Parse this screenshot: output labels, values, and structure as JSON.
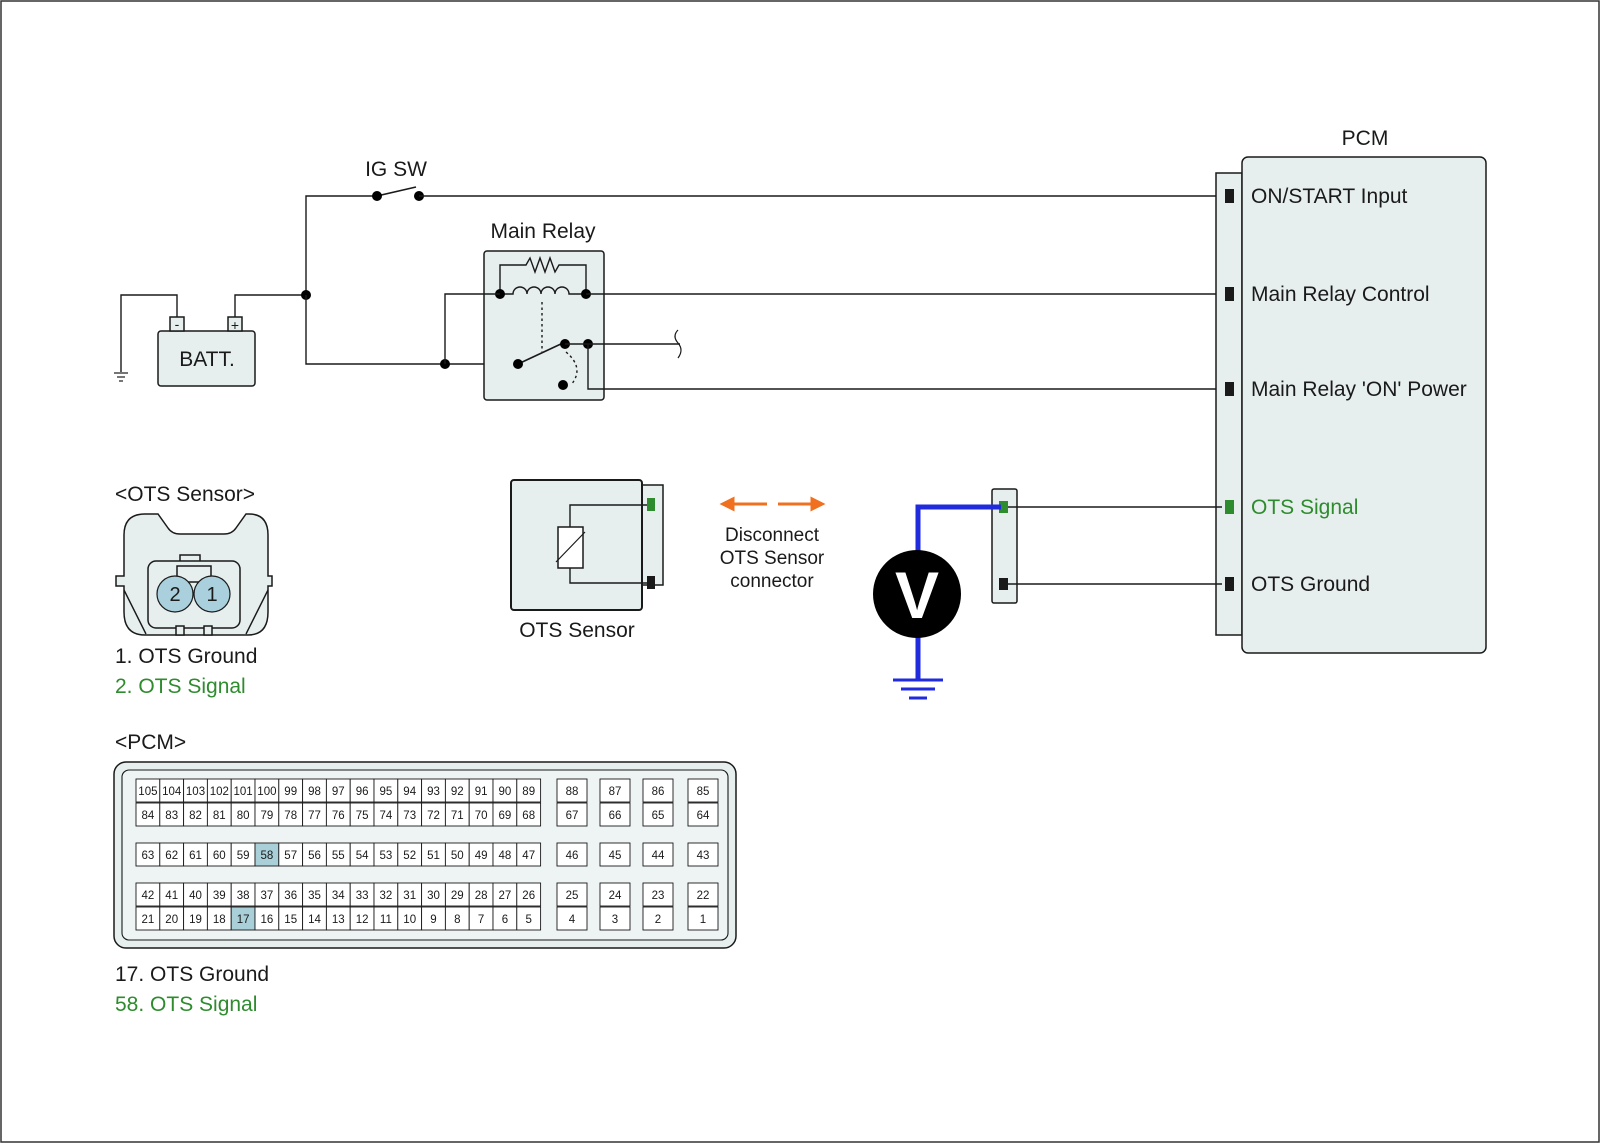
{
  "colors": {
    "signal_green": "#2e8b2e",
    "meter_wire_blue": "#1f2bdc",
    "arrow_orange": "#f07020",
    "pin_highlight": "#a9cfd9",
    "component_fill": "#e7eeee",
    "connector_blue": "#a9d0dc"
  },
  "labels": {
    "ig_sw": "IG SW",
    "main_relay": "Main Relay",
    "batt": "BATT.",
    "batt_minus": "-",
    "batt_plus": "+",
    "pcm": "PCM",
    "ots_sensor_component": "OTS Sensor",
    "meter_symbol": "V",
    "disconnect_line1": "Disconnect",
    "disconnect_line2": "OTS Sensor",
    "disconnect_line3": "connector"
  },
  "pcm_terminals": [
    {
      "label": "ON/START Input",
      "highlight": false
    },
    {
      "label": "Main Relay Control",
      "highlight": false
    },
    {
      "label": "Main Relay 'ON' Power",
      "highlight": false
    },
    {
      "label": "OTS Signal",
      "highlight": true
    },
    {
      "label": "OTS Ground",
      "highlight": false
    }
  ],
  "ots_connector": {
    "title": "<OTS Sensor>",
    "pins": [
      "2",
      "1"
    ],
    "legend": [
      {
        "text": "1. OTS Ground",
        "highlight": false
      },
      {
        "text": "2. OTS Signal",
        "highlight": true
      }
    ]
  },
  "pcm_connector": {
    "title": "<PCM>",
    "main_rows": [
      [
        "105",
        "104",
        "103",
        "102",
        "101",
        "100",
        "99",
        "98",
        "97",
        "96",
        "95",
        "94",
        "93",
        "92",
        "91",
        "90",
        "89"
      ],
      [
        "84",
        "83",
        "82",
        "81",
        "80",
        "79",
        "78",
        "77",
        "76",
        "75",
        "74",
        "73",
        "72",
        "71",
        "70",
        "69",
        "68"
      ],
      [
        "63",
        "62",
        "61",
        "60",
        "59",
        "58",
        "57",
        "56",
        "55",
        "54",
        "53",
        "52",
        "51",
        "50",
        "49",
        "48",
        "47"
      ],
      [
        "42",
        "41",
        "40",
        "39",
        "38",
        "37",
        "36",
        "35",
        "34",
        "33",
        "32",
        "31",
        "30",
        "29",
        "28",
        "27",
        "26"
      ],
      [
        "21",
        "20",
        "19",
        "18",
        "17",
        "16",
        "15",
        "14",
        "13",
        "12",
        "11",
        "10",
        "9",
        "8",
        "7",
        "6",
        "5"
      ]
    ],
    "side_rows": [
      [
        "88",
        "87",
        "86",
        "85"
      ],
      [
        "67",
        "66",
        "65",
        "64"
      ],
      [
        "46",
        "45",
        "44",
        "43"
      ],
      [
        "25",
        "24",
        "23",
        "22"
      ],
      [
        "4",
        "3",
        "2",
        "1"
      ]
    ],
    "highlighted_pins": [
      "58",
      "17"
    ],
    "legend": [
      {
        "text": "17. OTS Ground",
        "highlight": false
      },
      {
        "text": "58. OTS Signal",
        "highlight": true
      }
    ]
  }
}
